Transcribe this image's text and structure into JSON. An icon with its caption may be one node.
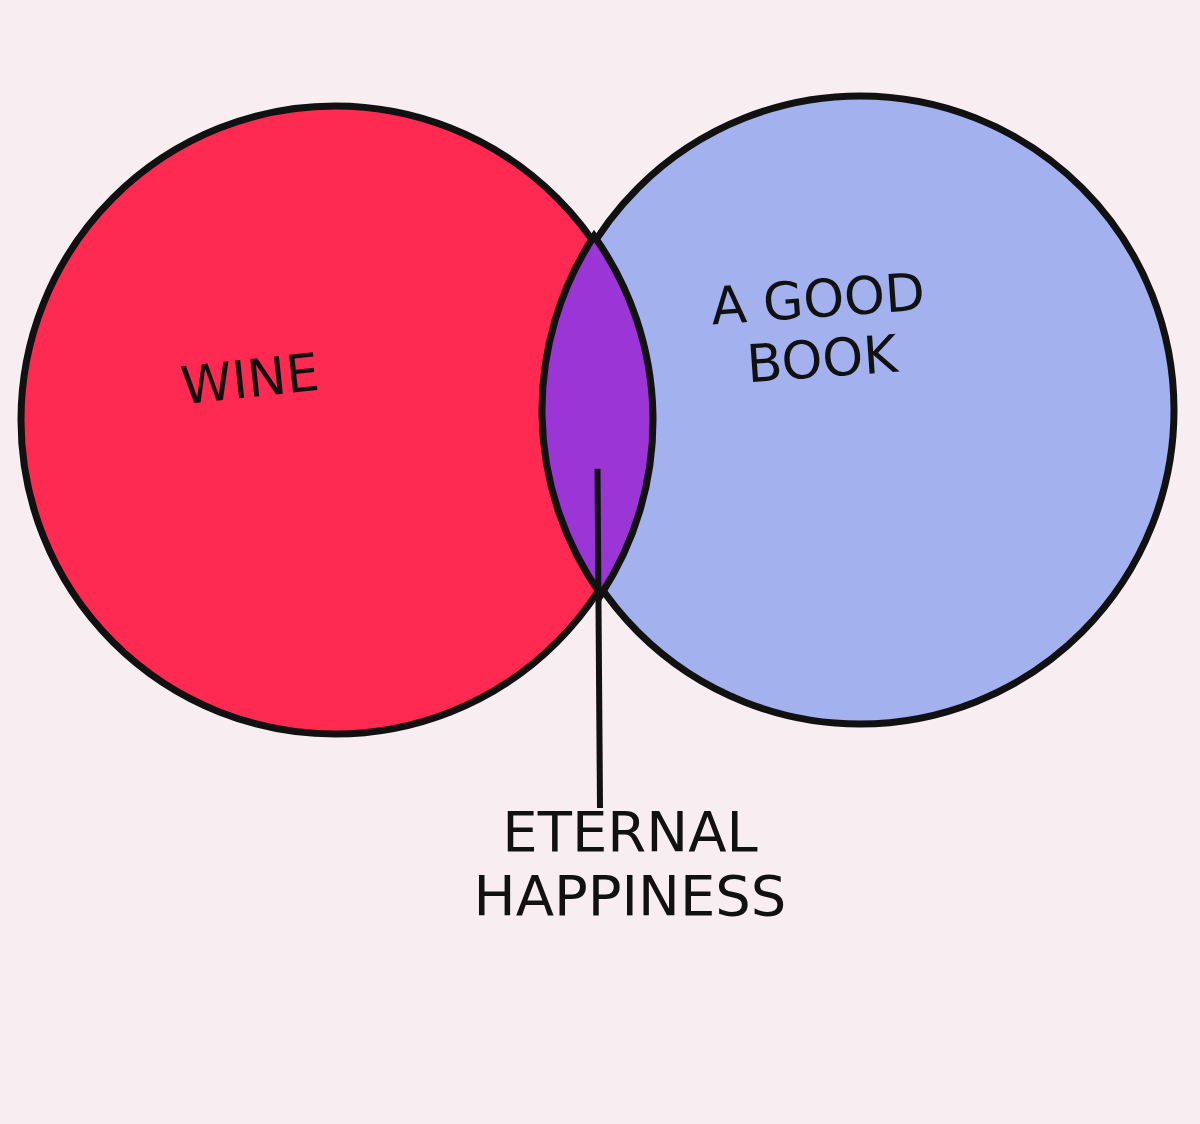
{
  "diagram": {
    "nodes": [
      {
        "text": [
          "WINE"
        ]
      },
      {
        "text": [
          "A GOOD BOOK"
        ]
      },
      {
        "text": [],
        "shape": "lens"
      },
      {
        "text": [
          "ETERNAL HAPPINESS"
        ]
      }
    ],
    "edges": [
      {
        "from": 3,
        "to": 2,
        "arrow": "none"
      }
    ]
  }
}
